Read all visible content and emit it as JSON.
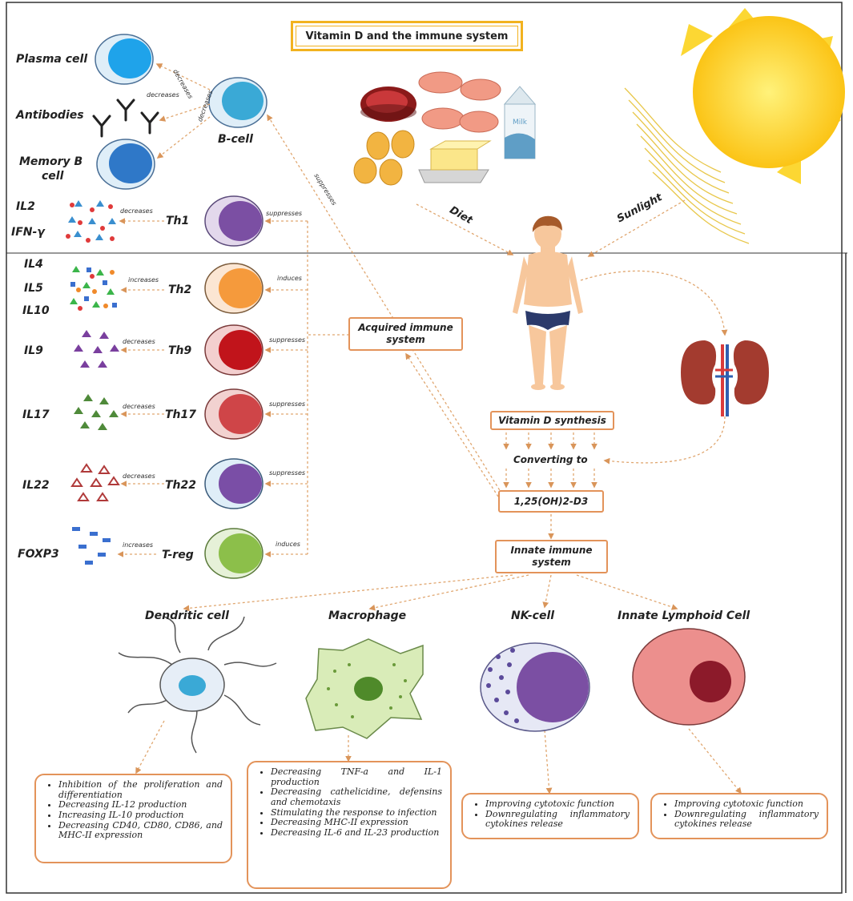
{
  "title": "Vitamin D and the immune system",
  "bcell": {
    "label": "B-cell",
    "plasma": "Plasma cell",
    "antibodies": "Antibodies",
    "memory_line1": "Memory B",
    "memory_line2": "cell",
    "edge_decreases": "decreases"
  },
  "th_rows": [
    {
      "cell": "Th1",
      "cytokines": [
        "IL2",
        "IFN-γ"
      ],
      "effect": "decreases",
      "vit_effect": "suppresses"
    },
    {
      "cell": "Th2",
      "cytokines": [
        "IL4",
        "IL5",
        "IL10"
      ],
      "effect": "increases",
      "vit_effect": "induces"
    },
    {
      "cell": "Th9",
      "cytokines": [
        "IL9"
      ],
      "effect": "decreases",
      "vit_effect": "suppresses"
    },
    {
      "cell": "Th17",
      "cytokines": [
        "IL17"
      ],
      "effect": "decreases",
      "vit_effect": "suppresses"
    },
    {
      "cell": "Th22",
      "cytokines": [
        "IL22"
      ],
      "effect": "decreases",
      "vit_effect": "suppresses"
    },
    {
      "cell": "T-reg",
      "cytokines": [
        "FOXP3"
      ],
      "effect": "increases",
      "vit_effect": "induces"
    }
  ],
  "suppresses_bcell": "suppresses",
  "diet": "Diet",
  "sunlight": "Sunlight",
  "milk": "Milk",
  "acquired_line1": "Acquired immune",
  "acquired_line2": "system",
  "synthesis": "Vitamin D synthesis",
  "converting": "Converting to",
  "active_form": "1,25(OH)2-D3",
  "innate_line1": "Innate immune",
  "innate_line2": "system",
  "innate_cells": {
    "dendritic": {
      "label": "Dendritic cell",
      "effects": [
        "Inhibition of the proliferation and differentiation",
        "Decreasing IL-12 production",
        "Increasing IL-10 production",
        "Decreasing CD40, CD80, CD86, and MHC-II expression"
      ]
    },
    "macrophage": {
      "label": "Macrophage",
      "effects": [
        "Decreasing TNF-a and IL-1 production",
        "Decreasing cathelicidine, defensins and chemotaxis",
        "Stimulating the response to infection",
        "Decreasing MHC-II expression",
        "Decreasing IL-6 and IL-23 production"
      ]
    },
    "nk": {
      "label": "NK-cell",
      "effects": [
        "Improving cytotoxic function",
        "Downregulating inflammatory cytokines release"
      ]
    },
    "ilc": {
      "label": "Innate Lymphoid Cell",
      "effects": [
        "Improving cytotoxic function",
        "Downregulating inflammatory cytokines release"
      ]
    }
  },
  "colors": {
    "arrow": "#e0a66f",
    "box_border": "#e3935a",
    "title_border": "#f2b21f",
    "sun": "#fcd02a",
    "th1": "#7b4fa3",
    "th2": "#f59a3c",
    "th9": "#c1141b",
    "th17": "#cf4548",
    "th22": "#7a4ea6",
    "treg": "#8cbf4a",
    "bcell": "#3aa9d6"
  }
}
